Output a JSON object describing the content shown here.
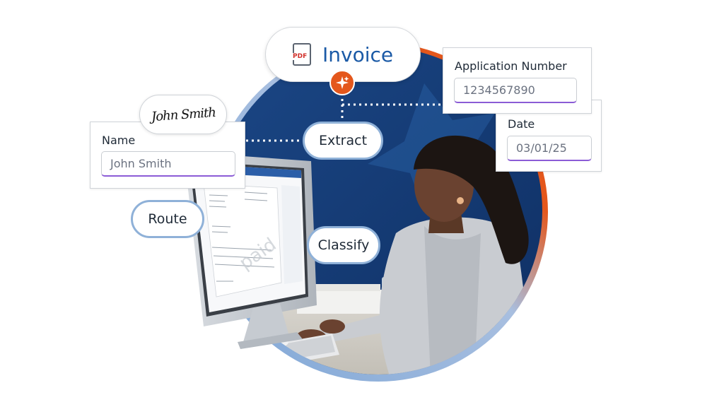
{
  "invoice_bubble": {
    "file_badge": "PDF",
    "title": "Invoice"
  },
  "signature": {
    "text": "John Smith"
  },
  "actions": {
    "extract": "Extract",
    "route": "Route",
    "classify": "Classify"
  },
  "name_card": {
    "label": "Name",
    "value": "John Smith"
  },
  "application_card": {
    "label": "Application Number",
    "value": "1234567890"
  },
  "date_card": {
    "label": "Date",
    "value": "03/01/25"
  },
  "monitor_document": {
    "stamp": "paid"
  },
  "colors": {
    "accent_orange": "#e4571c",
    "circle_blue": "#1e4f8c",
    "pill_border": "#8fb1d8",
    "field_underline": "#8b5cd6",
    "title_blue": "#1b5aa6"
  },
  "icons": [
    "pdf-file-icon",
    "sparkle-icon"
  ]
}
